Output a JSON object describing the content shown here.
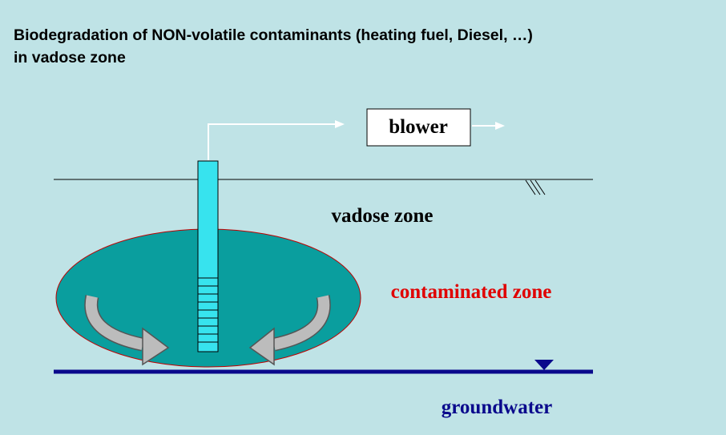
{
  "slide": {
    "title": "Biodegradation of NON-volatile contaminants (heating fuel, Diesel, …)\nin vadose zone"
  },
  "diagram": {
    "blower_label": "blower",
    "vadose_label": "vadose zone",
    "contaminated_label": "contaminated zone",
    "groundwater_label": "groundwater"
  },
  "colors": {
    "background": "#bfe3e6",
    "plume": "#0a9e9e",
    "well": "#37e3ee",
    "contaminated_text": "#e00000",
    "groundwater": "#0a0a8c",
    "arrow": "#bcbcbc",
    "pipe": "#ffffff"
  }
}
